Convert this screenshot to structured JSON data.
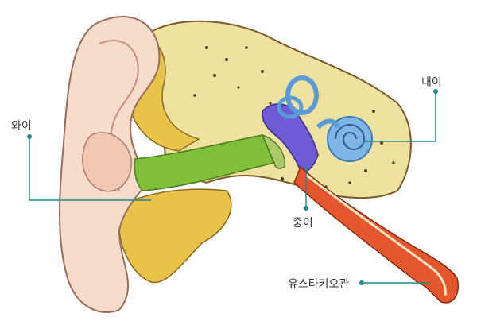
{
  "labels": {
    "outer_ear": "와이",
    "inner_ear": "내이",
    "middle_ear": "중이",
    "eustachian_tube": "유스타키오관"
  },
  "colors": {
    "leader_line": "#1f8a8a",
    "pinna": "#f6dccb",
    "canal": "#7fbf3a",
    "cartilage": "#e9c24a",
    "bone": "#efe2a0",
    "ossicles": "#6f5bd6",
    "cochlea": "#7fb6e6",
    "tube": "#e4572e"
  }
}
